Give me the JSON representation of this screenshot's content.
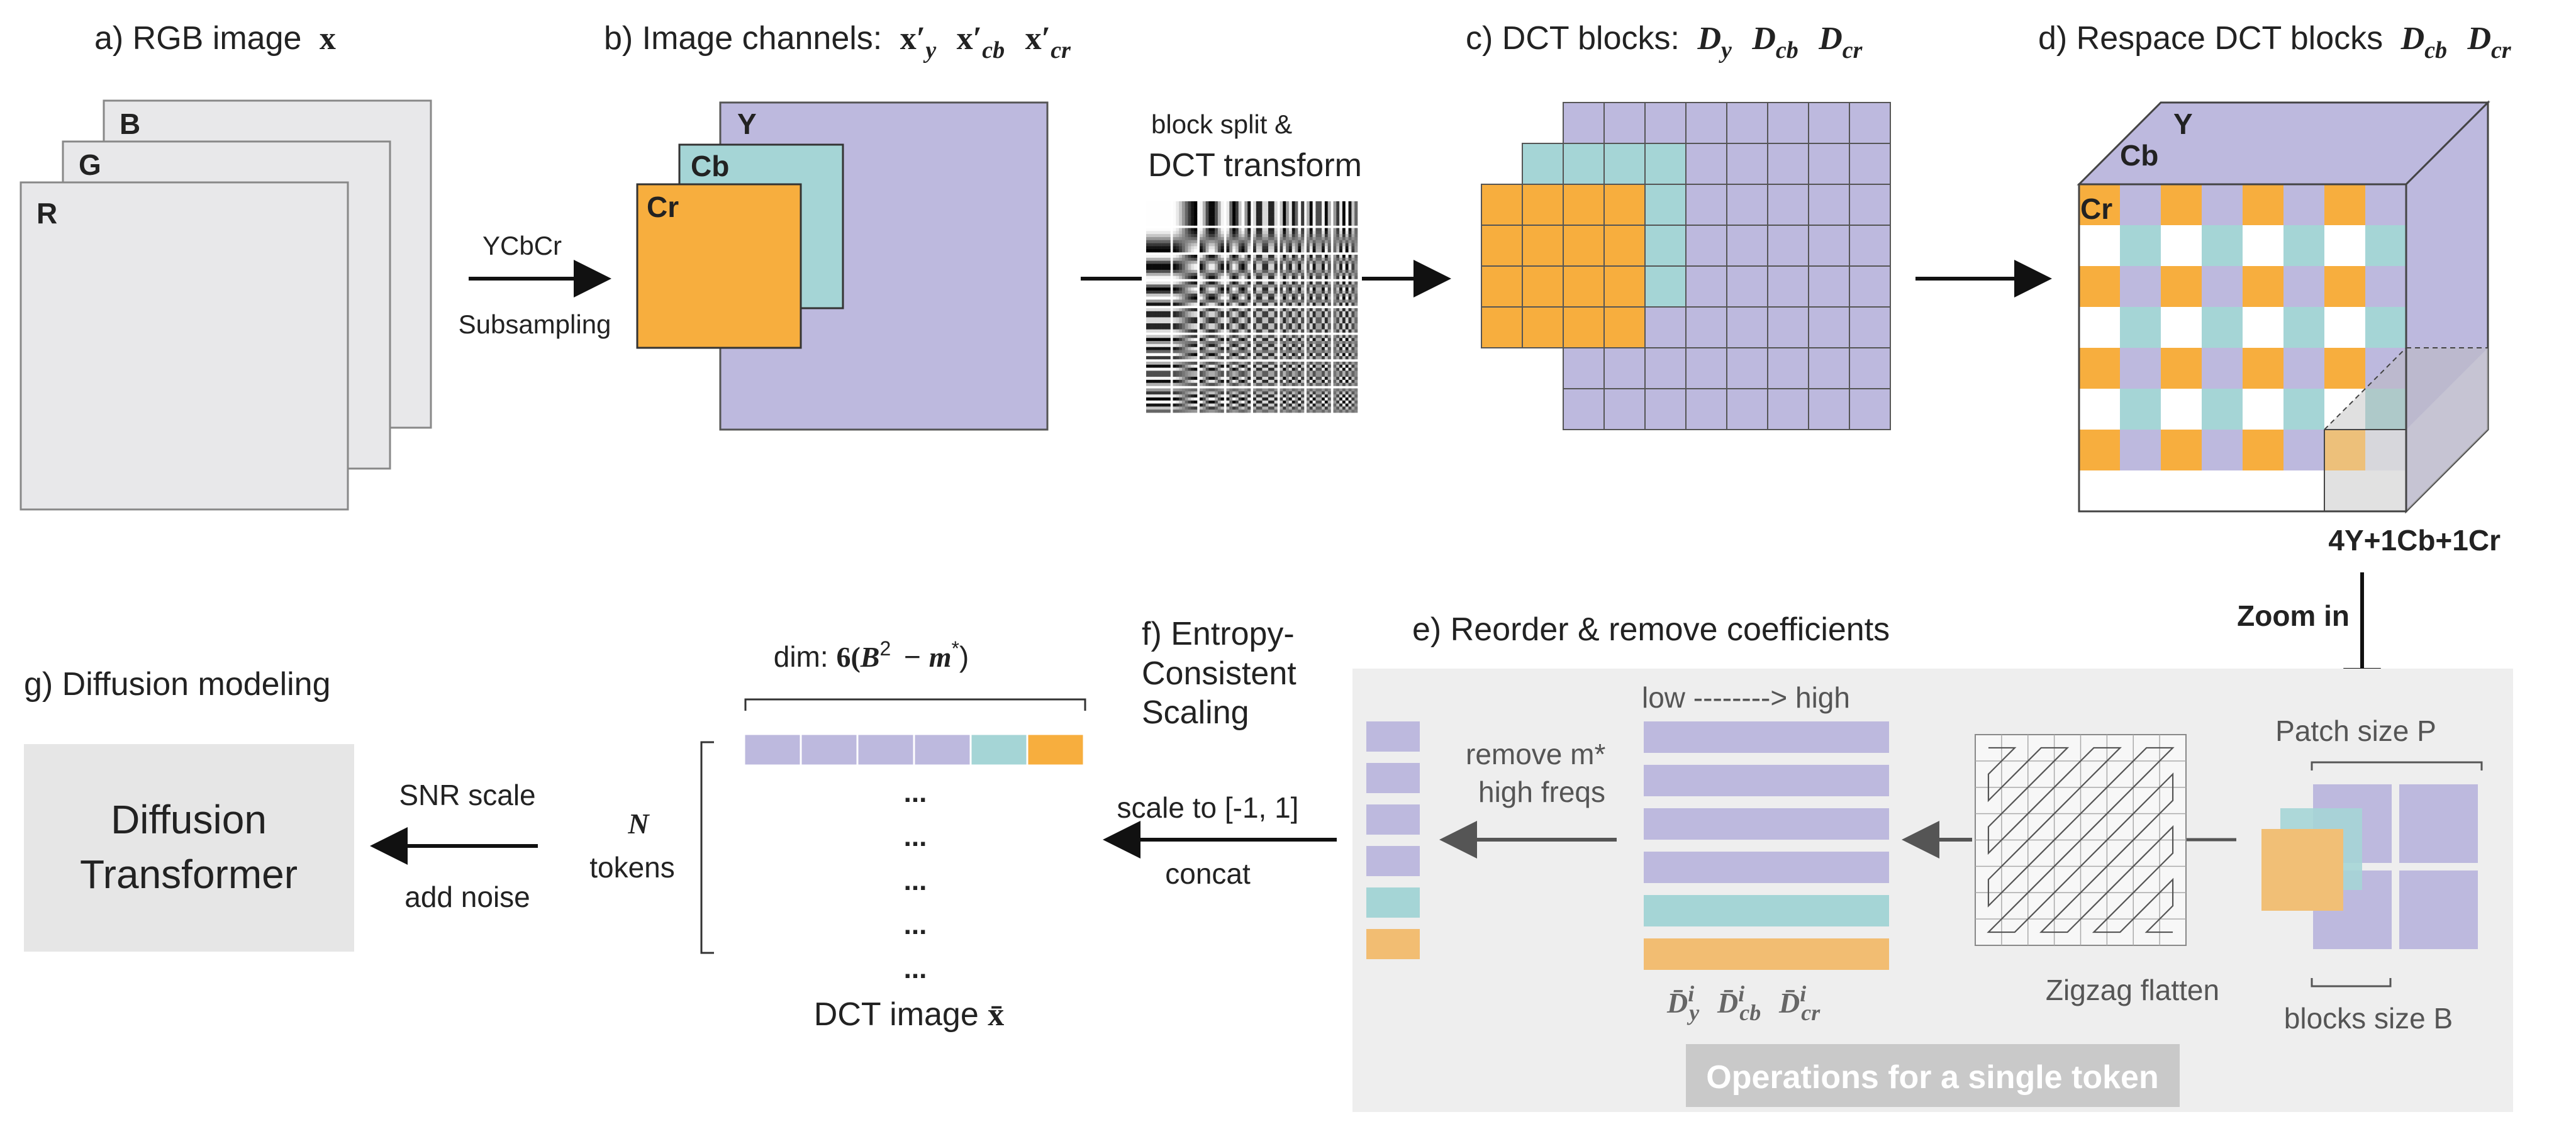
{
  "labels": {
    "a": "a) RGB image",
    "a_sym": "x",
    "b": "b) Image channels:",
    "b_sym1": "x′y",
    "b_sym2": "x′cb",
    "b_sym3": "x′cr",
    "c": "c) DCT blocks:",
    "c_sym1": "Dy",
    "c_sym2": "Dcb",
    "c_sym3": "Dcr",
    "d": "d) Respace DCT blocks",
    "d_sym1": "Dcb",
    "d_sym2": "Dcr",
    "e": "e) Reorder & remove coefficients",
    "f_line1": "f) Entropy-",
    "f_line2": "Consistent",
    "f_line3": "Scaling",
    "g": "g) Diffusion modeling"
  },
  "channels": {
    "R": "R",
    "G": "G",
    "B": "B",
    "Y": "Y",
    "Cb": "Cb",
    "Cr": "Cr"
  },
  "arrows": {
    "ycbcr": "YCbCr",
    "subsampling": "Subsampling",
    "blocksplit_line1": "block split &",
    "blocksplit_line2": "DCT transform",
    "ratio": "4Y+1Cb+1Cr",
    "zoom": "Zoom in",
    "scale": "scale to [-1, 1]",
    "concat": "concat",
    "snr": "SNR scale",
    "noise": "add noise"
  },
  "token_panel": {
    "dim": "dim: 6(B² − m*)",
    "ellipsis": "...",
    "n": "N",
    "tokens": "tokens",
    "caption": "DCT image x̄"
  },
  "ops_panel": {
    "remove_line1": "remove m*",
    "remove_line2": "high freqs",
    "low_high": "low --------> high",
    "dbar": "D̄iy D̄icb D̄icr",
    "zigzag": "Zigzag flatten",
    "patch": "Patch size P",
    "blocks": "blocks size B",
    "footer": "Operations for a single token"
  },
  "diffusion": {
    "line1": "Diffusion",
    "line2": "Transformer"
  },
  "colors": {
    "y": "#bdb9de",
    "cb": "#a5d5d6",
    "cr": "#f7ae3e",
    "rgb": "#e8e8ea",
    "panel": "#eeeeee",
    "footer": "#c9c9c9",
    "box": "#e6e6e6"
  }
}
